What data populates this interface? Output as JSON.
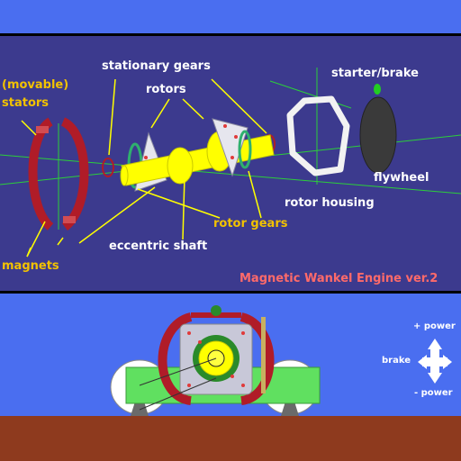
{
  "diagram": {
    "labels": {
      "stationary_gears": "stationary gears",
      "rotors": "rotors",
      "movable": "(movable)",
      "stators": "stators",
      "starter_brake": "starter/brake",
      "flywheel": "flywheel",
      "rotor_housing": "rotor housing",
      "rotor_gears": "rotor gears",
      "eccentric_shaft": "eccentric shaft",
      "magnets": "magnets"
    },
    "title": "Magnetic Wankel Engine ver.2"
  },
  "controls": {
    "plus_power": "+ power",
    "brake": "brake",
    "minus_power": "- power"
  },
  "colors": {
    "sky": "#4a6ef0",
    "panel": "#3c3a8e",
    "ground": "#8e3a1e",
    "stator": "#b01c28",
    "shaft": "#ffff00",
    "label_yellow": "#f2c200",
    "title_pink": "#ff6a6a"
  }
}
